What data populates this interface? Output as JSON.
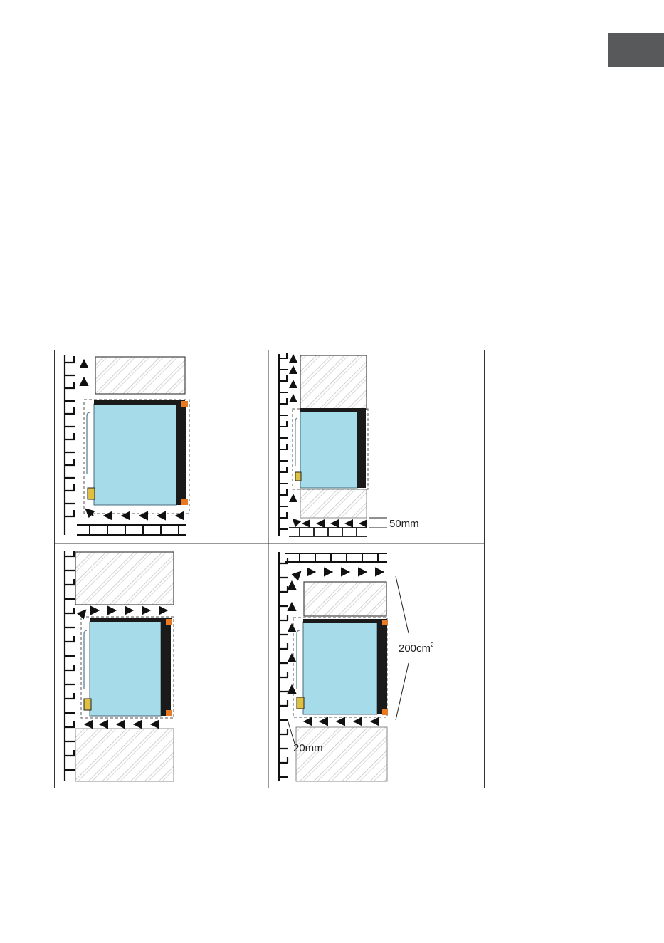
{
  "page": {
    "corner_tab_color": "#58595b"
  },
  "panels": [
    {
      "id": "top-left"
    },
    {
      "id": "top-right",
      "labels": {
        "gap": "50mm"
      }
    },
    {
      "id": "bottom-left"
    },
    {
      "id": "bottom-right",
      "labels": {
        "gap": "20mm",
        "area": "200cm",
        "area_sup": "2"
      }
    }
  ],
  "colors": {
    "fridge_body": "#a6dbea",
    "fridge_door": "#1a1a1a",
    "hinge": "#e87a24",
    "hinge_top_accent": "#e0c040",
    "cabinet_hatch": "#c8c8c8",
    "wall": "#111111",
    "airflow_arrow": "#111111"
  }
}
